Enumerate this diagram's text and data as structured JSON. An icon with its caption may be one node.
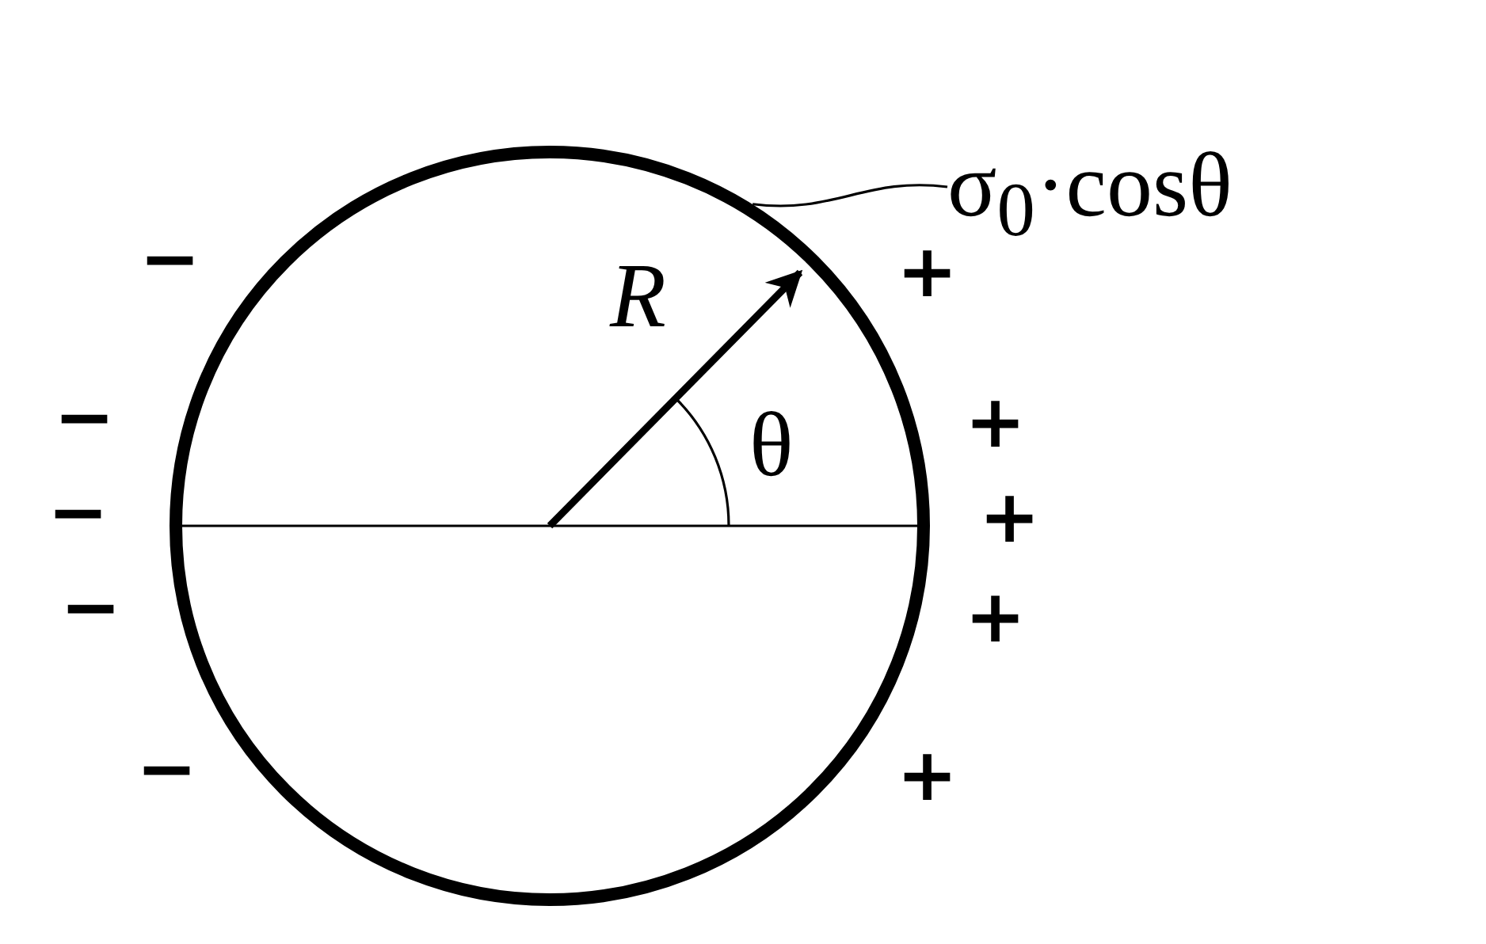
{
  "diagram": {
    "nodes": [
      {
        "text": [
          "σ$_{0}$·cosθ"
        ]
      },
      {
        "text": [],
        "shape": "circle"
      }
    ],
    "edges": [
      {
        "from": 0,
        "to": 1,
        "arrow": "none"
      }
    ],
    "labels": [
      "−",
      "R",
      "+",
      "−",
      "θ",
      "+",
      "−",
      "+",
      "−",
      "+",
      "−",
      "+"
    ]
  }
}
